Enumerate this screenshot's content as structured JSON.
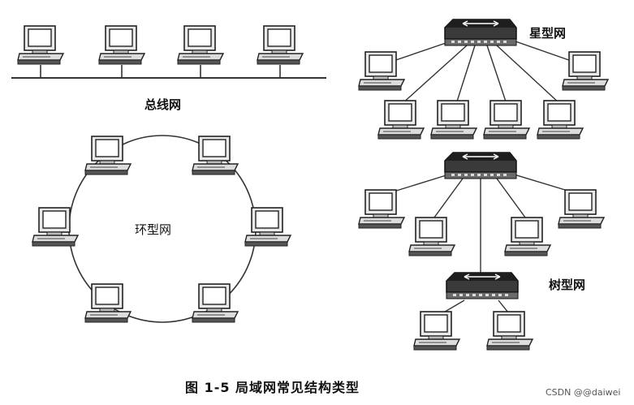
{
  "figure": {
    "caption": "图 1-5   局域网常见结构类型",
    "watermark": "CSDN @@daiwei"
  },
  "topologies": {
    "bus": {
      "label": "总线网"
    },
    "ring": {
      "label": "环型网"
    },
    "star": {
      "label": "星型网"
    },
    "tree": {
      "label": "树型网"
    }
  },
  "colors": {
    "line": "#333333",
    "device_fill": "#e6e6e6",
    "device_dark": "#2a2a2a",
    "screen": "#ffffff"
  }
}
